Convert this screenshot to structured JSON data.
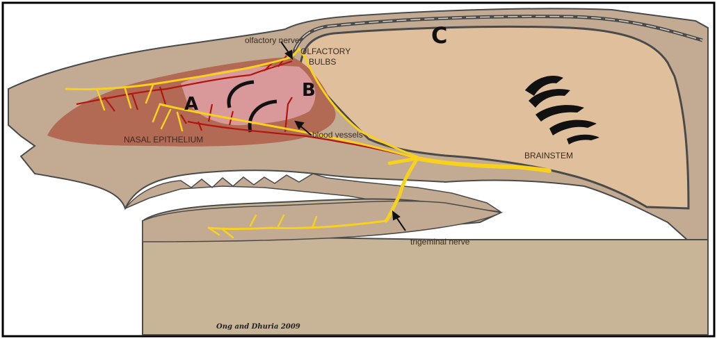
{
  "diagram": {
    "labels": {
      "olfactory_nerve": "olfactory nerve",
      "olfactory_bulbs_line1": "OLFACTORY",
      "olfactory_bulbs_line2": "BULBS",
      "nasal_epithelium": "NASAL EPITHELIUM",
      "blood_vessels": "blood vessels",
      "brainstem": "BRAINSTEM",
      "trigeminal_nerve": "trigeminal nerve",
      "marker_a": "A",
      "marker_b": "B",
      "marker_c": "C"
    },
    "credit": "Ong and Dhuria 2009",
    "colors": {
      "head": "#c2ab92",
      "brain": "#dfbf9c",
      "epithelium": "#b36a55",
      "epithelium_inner": "#d9999a",
      "nerve": "#f7d11e",
      "vessel": "#b1160f",
      "outline": "#4a4a4a",
      "lower_jaw": "#c8b496"
    }
  }
}
